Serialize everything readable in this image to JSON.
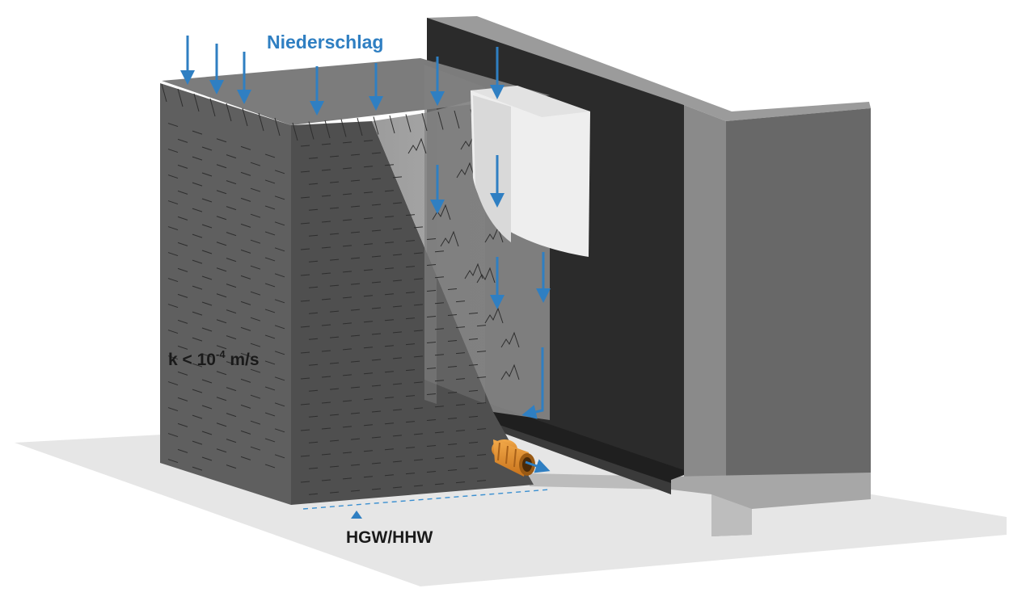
{
  "labels": {
    "precipitation": "Niederschlag",
    "permeability_prefix": "k < 10",
    "permeability_exponent": "-4",
    "permeability_unit": " m/s",
    "groundwater": "HGW/HHW"
  },
  "colors": {
    "arrow": "#2f7fc2",
    "waterproofing": "#2b2b2b",
    "wall": "#6b6b6b",
    "soil_side": "#5f5f5f",
    "soil_front": "#4f4f4f",
    "soil_top": "#7c7c7c",
    "drain_pipe": "#e08a2a",
    "ground_plane": "#e6e6e6",
    "label_dark": "#1a1a1a"
  },
  "icons": {
    "flow_arrow": "down-arrow-icon",
    "groundwater_marker": "triangle-up-icon"
  }
}
